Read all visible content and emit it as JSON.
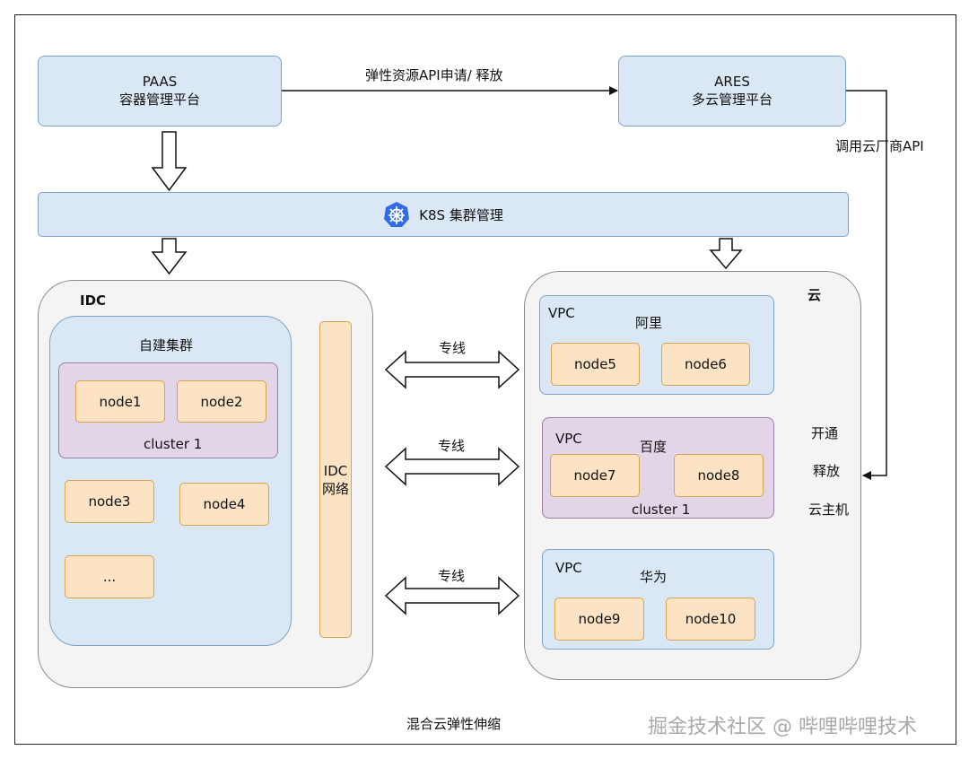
{
  "paas": {
    "line1": "PAAS",
    "line2": "容器管理平台"
  },
  "ares": {
    "line1": "ARES",
    "line2": "多云管理平台"
  },
  "elastic_api_label": "弹性资源API申请/ 释放",
  "cloud_api_label": "调用云厂商API",
  "k8s": {
    "label": "K8S 集群管理",
    "icon": "kubernetes-helm-icon"
  },
  "idc": {
    "title": "IDC",
    "self_cluster": "自建集群",
    "cluster_label": "cluster 1",
    "nodes": [
      "node1",
      "node2",
      "node3",
      "node4",
      "..."
    ],
    "network": "IDC\n网络"
  },
  "cloud": {
    "title": "云",
    "vpc_label": "VPC",
    "aliyun": {
      "name": "阿里",
      "nodes": [
        "node5",
        "node6"
      ]
    },
    "baidu": {
      "name": "百度",
      "nodes": [
        "node7",
        "node8"
      ],
      "cluster": "cluster 1"
    },
    "huawei": {
      "name": "华为",
      "nodes": [
        "node9",
        "node10"
      ]
    }
  },
  "dedicated_line": "专线",
  "side_ops": [
    "开通",
    "释放",
    "云主机"
  ],
  "footer_caption": "混合云弹性伸缩",
  "watermark": "掘金技术社区 @ 哔哩哔哩技术",
  "colors": {
    "blue_fill": "#dae8f5",
    "purple_fill": "#e2d5e7",
    "orange_fill": "#fbe3c4",
    "gray_fill": "#f4f4f4"
  }
}
